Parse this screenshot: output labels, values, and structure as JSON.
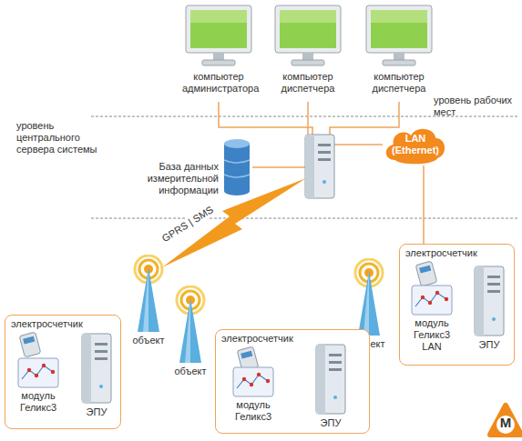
{
  "diagram": {
    "nodes": [
      {
        "text": [
          "компьютер администратора"
        ]
      },
      {
        "text": [
          "компьютер диспетчера"
        ]
      },
      {
        "text": [
          "компьютер диспетчера"
        ]
      },
      {
        "text": [
          "База данных измерительной информации"
        ]
      },
      {
        "text": [
          "LAN (Ethernet)"
        ]
      },
      {
        "text": [
          "электросчетчик"
        ]
      },
      {
        "text": [
          "модуль Геликс3 LAN"
        ],
        "in": 5
      },
      {
        "text": [
          "ЭПУ"
        ],
        "in": 5
      },
      {
        "text": [
          "объект"
        ]
      },
      {
        "text": [
          "объект"
        ]
      },
      {
        "text": [
          "электросчетчик"
        ]
      },
      {
        "text": [
          "модуль Геликс3"
        ],
        "in": 10
      },
      {
        "text": [
          "ЭПУ"
        ],
        "in": 10
      },
      {
        "text": [
          "объект"
        ]
      },
      {
        "text": [
          "электросчетчик"
        ]
      },
      {
        "text": [
          "модуль Геликс3"
        ],
        "in": 14
      },
      {
        "text": [
          "ЭПУ"
        ],
        "in": 14
      }
    ],
    "edges": [
      {
        "from": 4,
        "to": 5,
        "arrow": "none"
      },
      {
        "from": 6,
        "to": 7,
        "arrow": "none"
      },
      {
        "from": 11,
        "to": 12,
        "arrow": "none"
      },
      {
        "from": 15,
        "to": 16,
        "arrow": "none"
      }
    ],
    "labels": [
      "уровень рабочих мест",
      "уровень центрального сервера системы",
      "GPRS | SMS",
      "M"
    ]
  }
}
